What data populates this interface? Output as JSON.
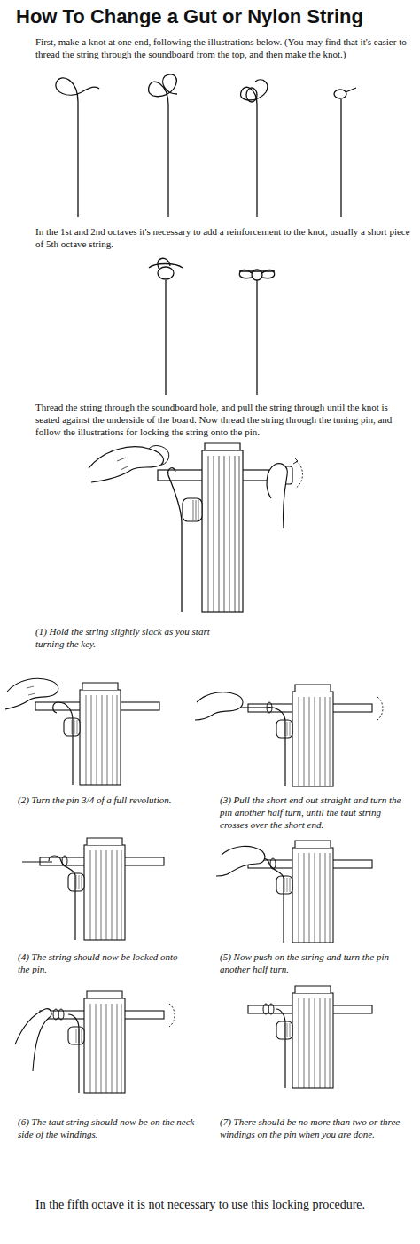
{
  "diagram": {
    "title": "How To Change a Gut or Nylon String",
    "labels": [
      "First, make a knot at one end, following the illustrations below. (You may find that it's easier to thread the string through the soundboard from the top, and then make the knot.)",
      "In the 1st and 2nd octaves it's necessary to add a reinforcement to the knot, usually a short piece of 5th octave string.",
      "Thread the string through the soundboard hole, and pull the string through until the knot is seated against the underside of the board. Now thread the string through the tuning pin, and follow the illustrations for locking the string onto the pin.",
      "(1) Hold the string slightly slack as you start turning the key.",
      "(2) Turn the pin 3/4 of a full revolution.",
      "(3) Pull the short end out straight and turn the pin another half turn, until the taut string crosses over the short end.",
      "(4) The string should now be locked onto the pin.",
      "(5) Now push on the string and turn the pin another half turn.",
      "(6) The taut string should now be on the neck side of the windings.",
      "(7) There should be no more than two or three windings on the pin when you are done.",
      "In the fifth octave it is not necessary to use this locking procedure."
    ]
  }
}
